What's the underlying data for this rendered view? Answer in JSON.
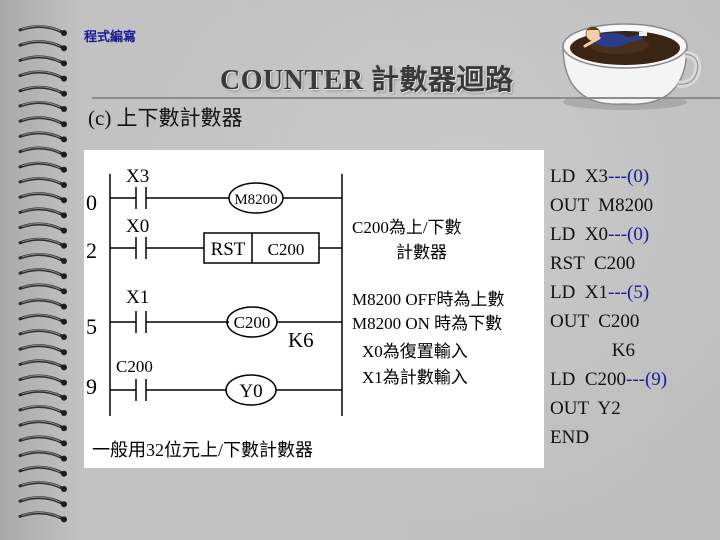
{
  "header": {
    "label": "程式編寫"
  },
  "slide": {
    "title": "COUNTER 計數器迴路",
    "subtitle": "(c) 上下數計數器"
  },
  "colors": {
    "reference_text": "#1a1a99",
    "body_text": "#111111",
    "title_text": "#3a3a3a"
  },
  "ladder": {
    "contacts": [
      "X3",
      "X0",
      "X1",
      "C200"
    ],
    "coils": [
      "M8200",
      "Y0"
    ],
    "rst_block": {
      "instruction": "RST",
      "operand": "C200"
    },
    "counter_coil": {
      "name": "C200",
      "preset": "K6"
    },
    "step_numbers": [
      "0",
      "2",
      "5",
      "9"
    ],
    "notes": [
      "C200為上/下數",
      "計數器",
      "M8200 OFF時為上數",
      "M8200 ON 時為下數",
      "X0為復置輸入",
      "X1為計數輸入"
    ],
    "footer": "一般用32位元上/下數計數器"
  },
  "code_lines": [
    {
      "text": "LD  X3",
      "ref": "---(0)"
    },
    {
      "text": "OUT  M8200",
      "ref": ""
    },
    {
      "text": "LD  X0",
      "ref": "---(0)"
    },
    {
      "text": "RST  C200",
      "ref": ""
    },
    {
      "text": "LD  X1",
      "ref": "---(5)"
    },
    {
      "text": "OUT  C200",
      "ref": ""
    },
    {
      "text": "             K6",
      "ref": ""
    },
    {
      "text": "LD  C200",
      "ref": "---(9)"
    },
    {
      "text": "OUT  Y2",
      "ref": ""
    },
    {
      "text": "END",
      "ref": ""
    }
  ]
}
